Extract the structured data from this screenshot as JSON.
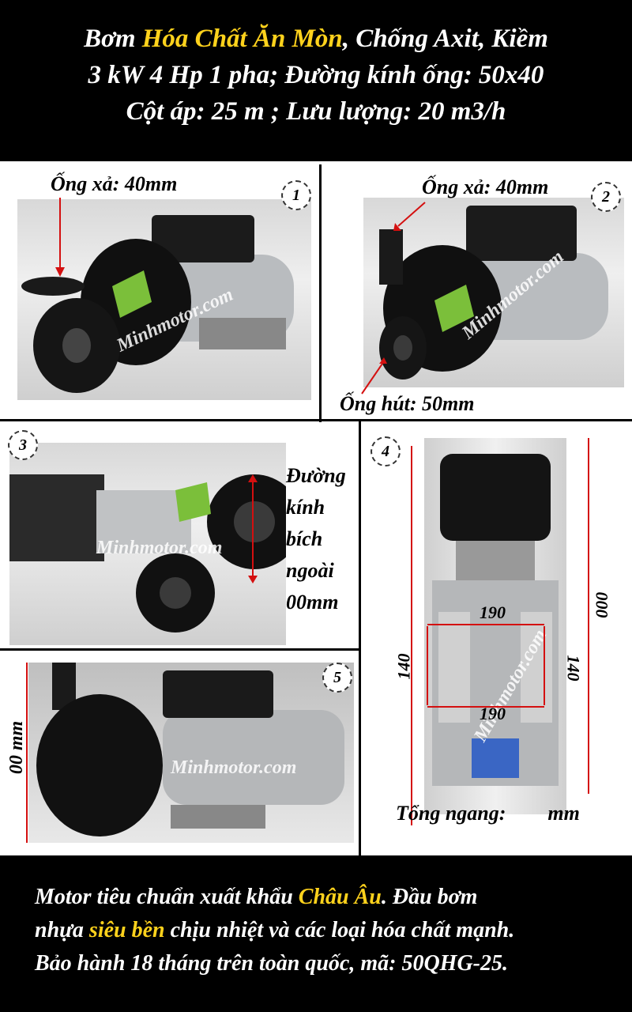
{
  "header": {
    "line1_pre": "Bơm ",
    "line1_hl": "Hóa Chất Ăn Mòn",
    "line1_post": ", Chống Axit, Kiềm",
    "line2": "3 kW 4 Hp 1 pha; Đường kính ống: 50x40",
    "line3": "Cột áp: 25 m ; Lưu lượng: 20 m3/h"
  },
  "panel1": {
    "badge": "1",
    "discharge_label": "Ống xả: 40mm",
    "watermark": "Minhmotor.com"
  },
  "panel2": {
    "badge": "2",
    "discharge_label": "Ống xả: 40mm",
    "suction_label": "Ống hút: 50mm",
    "watermark": "Minhmotor.com"
  },
  "panel3": {
    "badge": "3",
    "flange_label_lines": [
      "Đường",
      "kính",
      "bích",
      "ngoài",
      "00mm"
    ],
    "watermark": "Minhmotor.com"
  },
  "panel4": {
    "badge": "4",
    "width_top": "190",
    "width_bottom": "190",
    "side_left": "140",
    "side_right": "140",
    "height": "000",
    "total_label": "Tổng ngang:",
    "total_unit": "mm",
    "watermark": "Minhmotor.com"
  },
  "panel5": {
    "badge": "5",
    "height_label": "00 mm",
    "watermark": "Minhmotor.com"
  },
  "footer": {
    "line1_pre": "Motor tiêu chuẩn xuất khẩu ",
    "line1_hl": "Châu Âu",
    "line1_post": ". Đầu bơm",
    "line2_pre": "nhựa ",
    "line2_hl": "siêu bền",
    "line2_post": " chịu nhiệt và các loại hóa chất mạnh.",
    "line3": "Bảo hành 18 tháng trên toàn quốc, mã: 50QHG-25."
  },
  "colors": {
    "highlight": "#ffd21c",
    "dimension_red": "#d41010",
    "background_dark": "#000000"
  }
}
